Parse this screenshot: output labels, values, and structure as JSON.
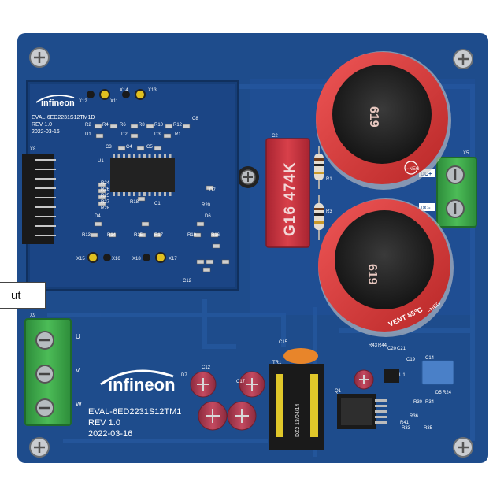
{
  "board": {
    "logo": "infineon",
    "name": "EVAL-6ED2231S12TM1",
    "revision": "REV 1.0",
    "date": "2022-03-16"
  },
  "daughter_board": {
    "logo": "infineon",
    "name": "EVAL-6ED2231S12TM1D",
    "revision": "REV 1.0",
    "date": "2022-03-16",
    "header_label": "X8",
    "designators": [
      "X12",
      "X11",
      "X14",
      "X13",
      "R2",
      "R4",
      "R6",
      "R8",
      "R10",
      "R12",
      "C8",
      "D1",
      "D2",
      "D3",
      "R1",
      "C3",
      "C4",
      "C5",
      "U1",
      "R24",
      "R26",
      "R25",
      "R27",
      "R28",
      "R18",
      "C1",
      "D7",
      "R20",
      "D4",
      "D6",
      "R13",
      "R14",
      "R15",
      "R17",
      "R19",
      "R16",
      "X15",
      "X16",
      "X18",
      "X17",
      "C12"
    ]
  },
  "power_board": {
    "connector_x9_label": "X9",
    "phase_labels": [
      "U",
      "V",
      "W"
    ],
    "connector_x5_label": "X5",
    "dc_labels": [
      "DC+",
      "DC-"
    ],
    "film_cap_label": "C2",
    "film_cap_print": "G16 474K",
    "resistor_labels": [
      "R1",
      "R3"
    ],
    "elcap_print": "619",
    "elcap_vent": "VENT 85°C",
    "elcap_neg": "−NEG",
    "misc_designators": [
      "C15",
      "TR1",
      "D7",
      "C12",
      "C17",
      "R43",
      "R44",
      "C20",
      "C21",
      "C19",
      "U1",
      "C14",
      "D5",
      "R34",
      "R24",
      "R36",
      "R35",
      "R33",
      "R41",
      "R30",
      "Q1"
    ],
    "transformer_print": "DZ2 13/04/14"
  },
  "callout": {
    "text": "ut"
  },
  "colors": {
    "pcb": "#1e4c8c",
    "pcb_dark": "#173d73",
    "cap_red": "#d83a3a",
    "cap_top": "#2a2a2a",
    "terminal_green": "#3fa64a",
    "film_cap": "#c8303a"
  }
}
